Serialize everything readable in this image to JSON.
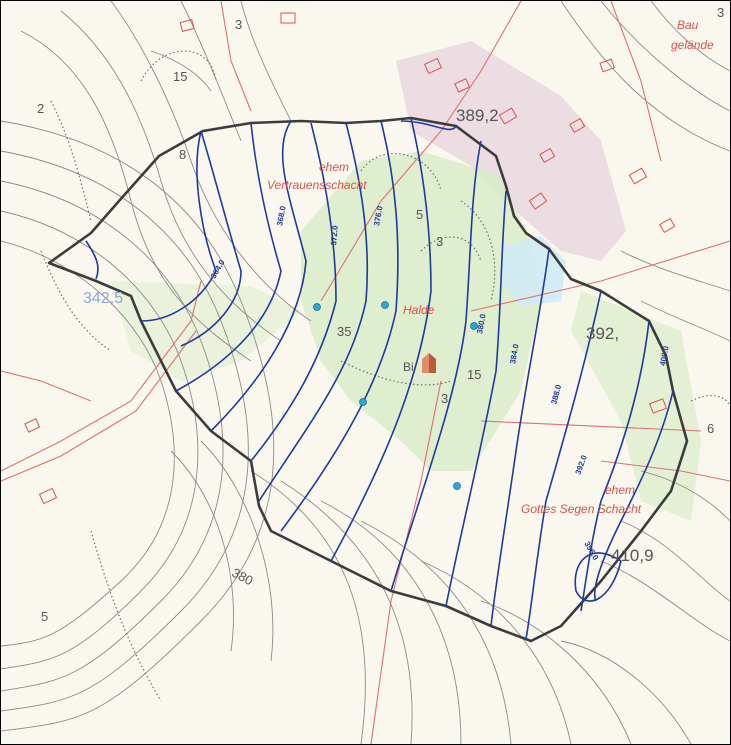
{
  "colors": {
    "background": "#faf8ee",
    "terrain_contour": "#8a8a8a",
    "road_red": "#e07070",
    "built_area": "#e9d6de",
    "halde_green": "#d8ecc8",
    "water_blue": "#cfeaf5",
    "groundwater_contour": "#1e3a9e",
    "study_boundary": "#3c3c3c",
    "well_point": "#29a8d8"
  },
  "labels": {
    "spot_389": "389,2",
    "spot_392": "392,",
    "spot_410": "410,9",
    "spot_342": "342,5",
    "contour_380": "380",
    "num_3_top": "3",
    "num_15_topleft": "15",
    "num_8": "8",
    "num_2": "2",
    "num_5_mid": "5",
    "num_3_mid": "3",
    "num_35": "35",
    "num_15_mid": "15",
    "num_3_lower": "3",
    "num_6": "6",
    "num_5_left": "5",
    "num_3_corner": "3",
    "bau_1": "Bau",
    "bau_2": "gelände",
    "ehem_1": "ehem",
    "vertrauens": "Vertrauensschacht",
    "halde": "Halde",
    "bi": "Bi",
    "ehem_2": "ehem",
    "gottes": "Gottes Segen Schacht",
    "gw_364": "364.0",
    "gw_368": "368.0",
    "gw_372": "372.0",
    "gw_376": "376.0",
    "gw_380": "380.0",
    "gw_384": "384.0",
    "gw_388": "388.0",
    "gw_392": "392.0",
    "gw_396": "396.0",
    "gw_400": "400.0"
  },
  "icons": [
    "well-point-icon",
    "mine-symbol-icon"
  ]
}
